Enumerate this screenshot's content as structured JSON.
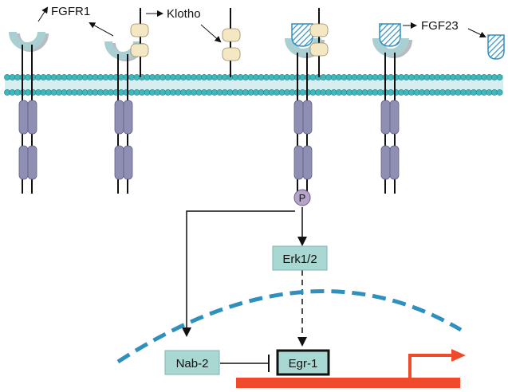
{
  "labels": {
    "fgfr1": "FGFR1",
    "klotho": "Klotho",
    "fgf23": "FGF23",
    "phospho": "P",
    "erk": "Erk1/2",
    "nab2": "Nab-2",
    "egr1": "Egr-1"
  },
  "colors": {
    "membrane_head": "#3fb7bd",
    "receptor_cup": "#a9cfd2",
    "receptor_domain": "#8f8fb3",
    "klotho": "#f3e7c4",
    "phospho": "#b5a3c9",
    "box_fill": "#a9d7d2",
    "nuclear_envelope": "#2f8fbf",
    "dna": "#f04a2c",
    "line": "#111111"
  },
  "icons": [
    "fgfr1-receptor",
    "klotho-coreceptor",
    "fgf23-ligand",
    "phosphate-circle",
    "transcription-start-arrow"
  ]
}
